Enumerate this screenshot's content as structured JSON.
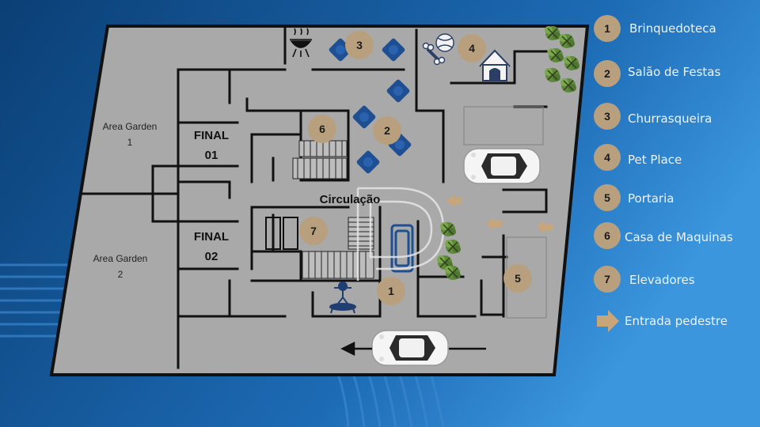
{
  "colors": {
    "background_dark": "#0b3f75",
    "background_light": "#2f8ad6",
    "floor": "#a9a9a9",
    "badge": "#b8a07e",
    "table": "#1f4f93",
    "arrow": "#c8a67a"
  },
  "plan": {
    "labels": {
      "area_garden_1": "Area Garden",
      "area_garden_1_num": "1",
      "area_garden_2": "Area Garden",
      "area_garden_2_num": "2",
      "final_01_a": "FINAL",
      "final_01_b": "01",
      "final_02_a": "FINAL",
      "final_02_b": "02",
      "circulacao": "Circulação"
    },
    "badges": {
      "b1": "1",
      "b2": "2",
      "b3": "3",
      "b4": "4",
      "b5": "5",
      "b6": "6",
      "b7": "7"
    },
    "icons": [
      "barbecue-icon",
      "bone-icon",
      "ball-icon",
      "dog-house-icon",
      "trampoline-icon",
      "car-icon",
      "arrow-icon",
      "plant-icon",
      "table-icon"
    ]
  },
  "legend": [
    {
      "num": "1",
      "label": "Brinquedoteca"
    },
    {
      "num": "2",
      "label": "Salão de Festas"
    },
    {
      "num": "3",
      "label": "Churrasqueira"
    },
    {
      "num": "4",
      "label": "Pet Place"
    },
    {
      "num": "5",
      "label": "Portaria"
    },
    {
      "num": "6",
      "label": "Casa de Maquinas"
    },
    {
      "num": "7",
      "label": "Elevadores"
    }
  ],
  "legend_extra": {
    "label": "Entrada pedestre",
    "icon": "arrow-icon"
  }
}
